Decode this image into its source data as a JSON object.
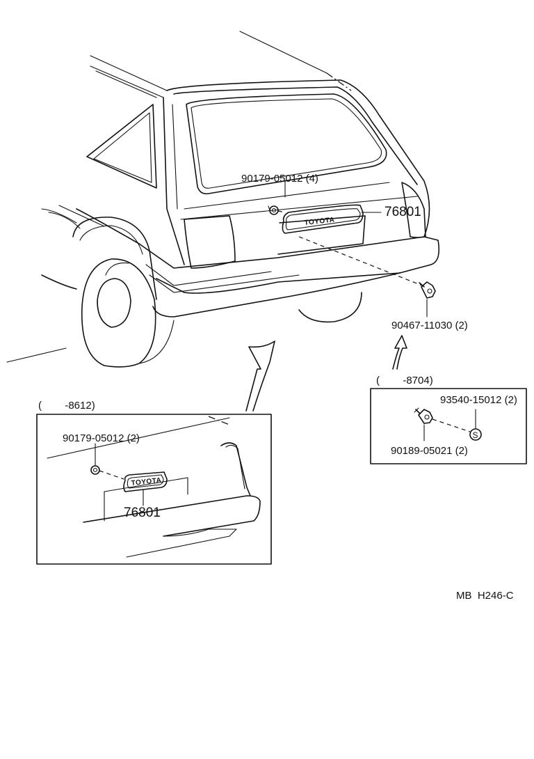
{
  "main_view": {
    "callouts": {
      "clip": "90179-05012 (4)",
      "emblem": "76801",
      "screw": "90467-11030 (2)"
    },
    "emblem_text": "TOYOTA"
  },
  "inset_left": {
    "range": "(        -8612)",
    "callouts": {
      "clip": "90179-05012 (2)",
      "emblem": "76801"
    },
    "emblem_text": "TOYOTA"
  },
  "inset_right": {
    "range": "(        -8704)",
    "callouts": {
      "nut": "93540-15012 (2)",
      "screw": "90189-05021 (2)"
    },
    "nut_symbol": "S"
  },
  "footer": {
    "drawing_code": "MB  H246-C"
  }
}
